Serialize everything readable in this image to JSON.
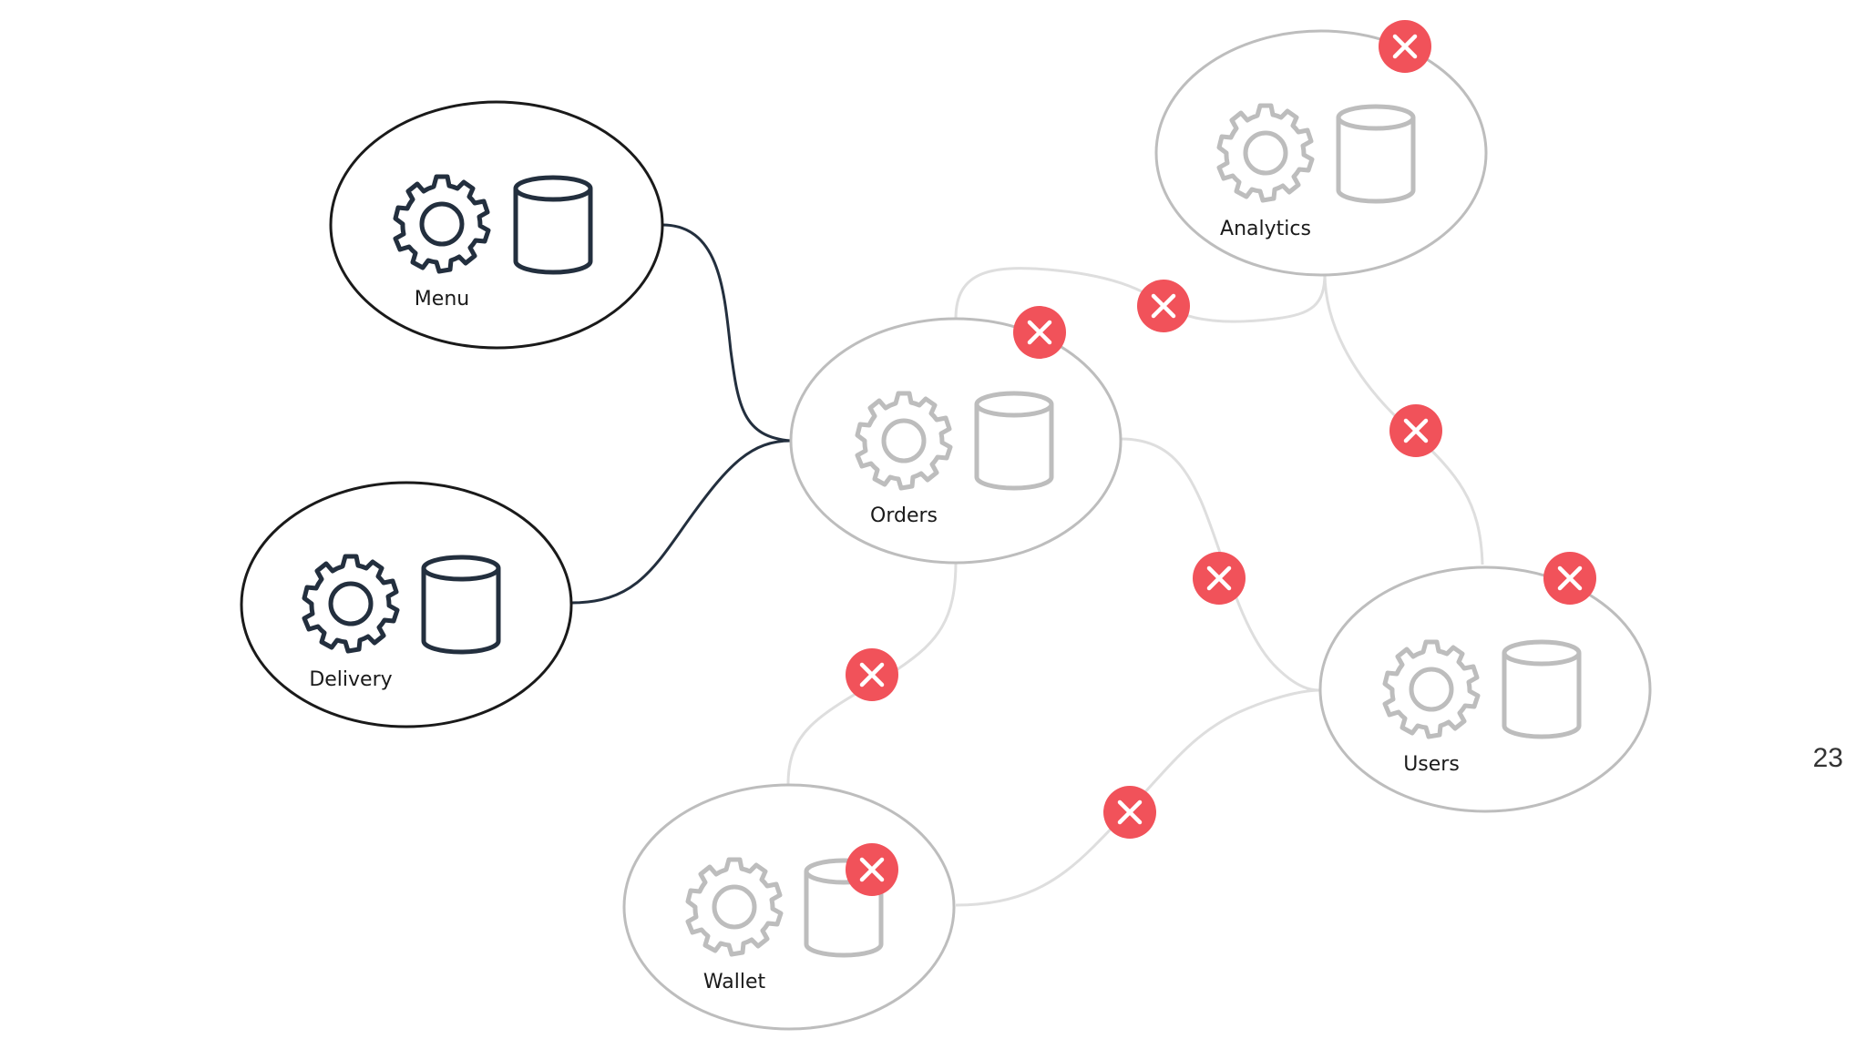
{
  "colors": {
    "active": "#232f3e",
    "inactive": "#bdbdbd",
    "inactive_link": "#dedede",
    "failure": "#f1525a",
    "failure_mark": "#ffffff",
    "text_active": "#1a1a1a",
    "text_inactive": "#1a1a1a",
    "background": "#ffffff"
  },
  "services": [
    {
      "id": "menu",
      "label": "Menu",
      "state": "active",
      "icons": [
        "gear-icon",
        "database-icon"
      ]
    },
    {
      "id": "delivery",
      "label": "Delivery",
      "state": "active",
      "icons": [
        "gear-icon",
        "database-icon"
      ]
    },
    {
      "id": "orders",
      "label": "Orders",
      "state": "failed",
      "icons": [
        "gear-icon",
        "database-icon"
      ]
    },
    {
      "id": "analytics",
      "label": "Analytics",
      "state": "failed",
      "icons": [
        "gear-icon",
        "database-icon"
      ]
    },
    {
      "id": "users",
      "label": "Users",
      "state": "failed",
      "icons": [
        "gear-icon",
        "database-icon"
      ]
    },
    {
      "id": "wallet",
      "label": "Wallet",
      "state": "failed",
      "icons": [
        "gear-icon",
        "database-icon"
      ]
    }
  ],
  "connections": [
    {
      "from": "menu",
      "to": "orders",
      "state": "active"
    },
    {
      "from": "delivery",
      "to": "orders",
      "state": "active"
    },
    {
      "from": "orders",
      "to": "analytics",
      "state": "broken"
    },
    {
      "from": "orders",
      "to": "users",
      "state": "broken"
    },
    {
      "from": "orders",
      "to": "wallet",
      "state": "broken"
    },
    {
      "from": "analytics",
      "to": "users",
      "state": "broken"
    },
    {
      "from": "wallet",
      "to": "users",
      "state": "broken"
    }
  ],
  "failure_icon": "close-icon",
  "page_number": "23"
}
